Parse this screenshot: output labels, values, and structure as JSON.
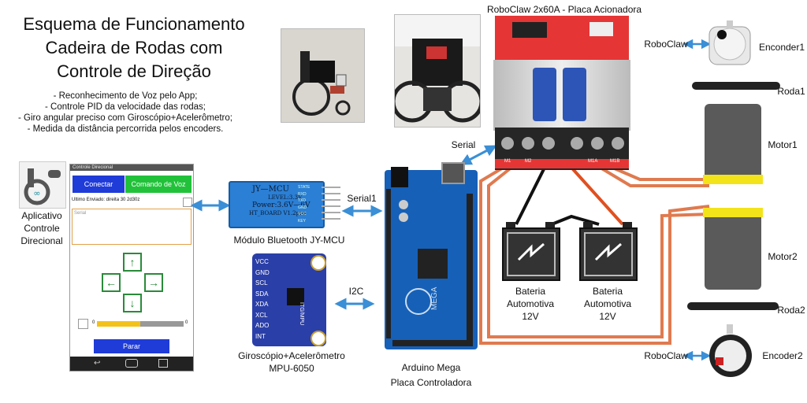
{
  "title_lines": [
    "Esquema de Funcionamento",
    "Cadeira de Rodas com",
    "Controle de Direção"
  ],
  "features": [
    "- Reconhecimento de Voz pelo App;",
    "- Controle PID da velocidade das rodas;",
    "- Giro angular preciso com Giroscópio+Acelerômetro;",
    "- Medida da distância percorrida pelos encoders."
  ],
  "app": {
    "name_lines": [
      "Aplicativo",
      "Controle",
      "Direcional"
    ],
    "topbar": "Controle Direcional",
    "connect": "Conectar",
    "voice": "Comando de Voz",
    "last_sent": "Ultimo Enviado: direita 30 2d30z",
    "serial_placeholder": "Serial",
    "stop": "Parar",
    "slider_min": "0",
    "slider_max": "0",
    "slider_fraction": 0.5
  },
  "bluetooth": {
    "label": "Módulo Bluetooth JY-MCU",
    "board_text": [
      "JY—MCU",
      "LEVEL:3.3V",
      "Power:3.6V—6V",
      "HT_BOARD V1.2pro"
    ],
    "pins": [
      "STATE",
      "RXD",
      "TXD",
      "GND",
      "VCC",
      "KEY"
    ]
  },
  "gyro": {
    "label_lines": [
      "Giroscópio+Acelerômetro",
      "MPU-6050"
    ],
    "pins": [
      "VCC",
      "GND",
      "SCL",
      "SDA",
      "XDA",
      "XCL",
      "ADO",
      "INT"
    ],
    "board_text": "ITG/MPU"
  },
  "links": {
    "serial1": "Serial1",
    "i2c": "I2C",
    "serial": "Serial",
    "roboclaw_top": "RoboClaw",
    "roboclaw_bottom": "RoboClaw"
  },
  "arduino": {
    "label_lines": [
      "Arduino Mega",
      "Placa Controladora"
    ],
    "board_text": "MEGA"
  },
  "roboclaw": {
    "label": "RoboClaw 2x60A - Placa Acionadora",
    "terminals": [
      "M1",
      "M2",
      "",
      "",
      "M1A",
      "M1B"
    ]
  },
  "batteries": [
    {
      "label_lines": [
        "Bateria",
        "Automotiva",
        "12V"
      ]
    },
    {
      "label_lines": [
        "Bateria",
        "Automotiva",
        "12V"
      ]
    }
  ],
  "right_side": {
    "encoder1": "Enconder1",
    "wheel1": "Roda1",
    "motor1": "Motor1",
    "motor2": "Motor2",
    "wheel2": "Roda2",
    "encoder2": "Encoder2"
  },
  "colors": {
    "wire": "#e07a4f",
    "bt_board": "#2b7fd4",
    "gyro_board": "#2b3fa8",
    "arduino_board": "#1660b8",
    "roboclaw_board": "#e53535",
    "motor_band": "#f2e31a",
    "link_arrow": "#3a8fd6"
  }
}
